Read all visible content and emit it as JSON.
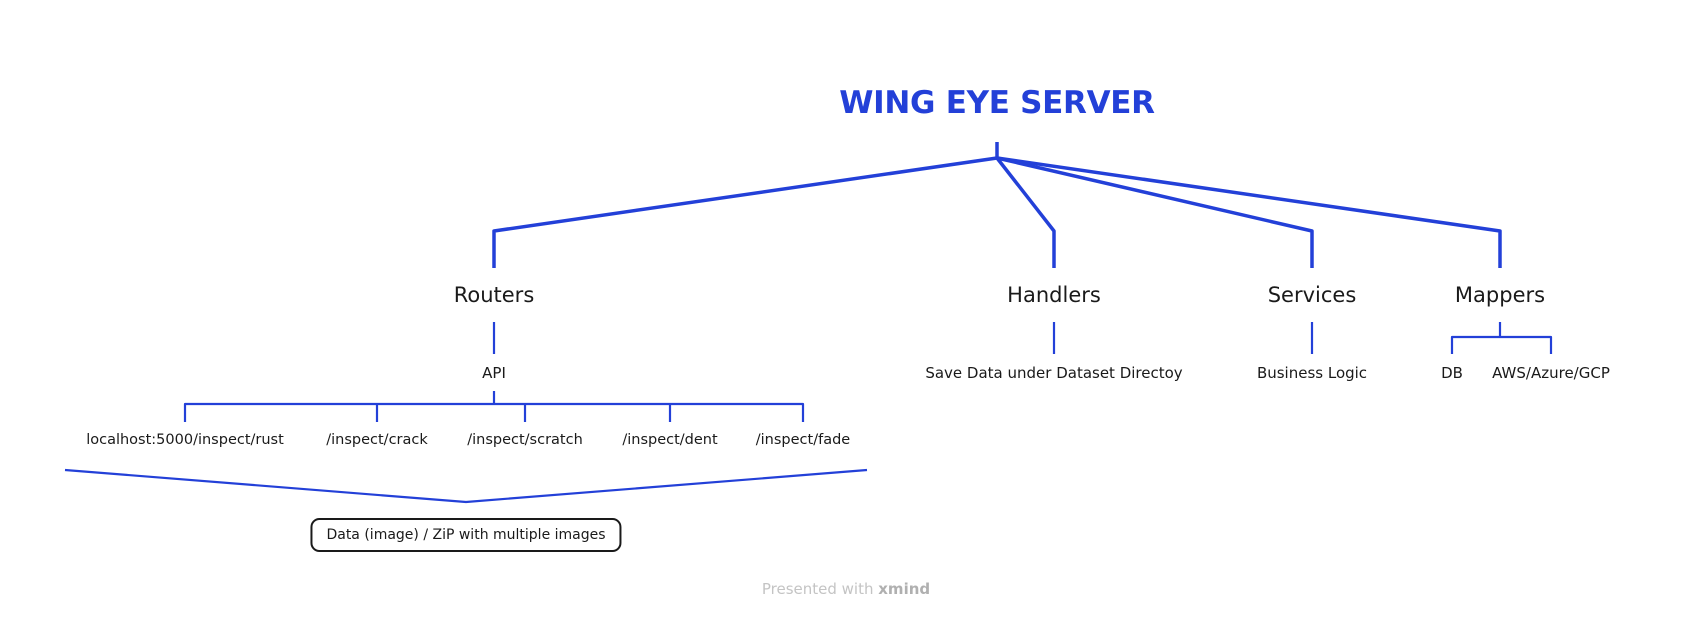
{
  "root": {
    "title": "WING EYE SERVER"
  },
  "branches": {
    "routers": {
      "label": "Routers",
      "api": {
        "label": "API",
        "endpoints": [
          "localhost:5000/inspect/rust",
          "/inspect/crack",
          "/inspect/scratch",
          "/inspect/dent",
          "/inspect/fade"
        ]
      },
      "summary_box": "Data (image) / ZiP with multiple images"
    },
    "handlers": {
      "label": "Handlers",
      "child": "Save Data under Dataset Directoy"
    },
    "services": {
      "label": "Services",
      "child": "Business Logic"
    },
    "mappers": {
      "label": "Mappers",
      "children": [
        "DB",
        "AWS/Azure/GCP"
      ]
    }
  },
  "footer": {
    "prefix": "Presented with ",
    "brand": "xmind"
  },
  "colors": {
    "accent": "#2340d8",
    "text": "#1a1a1a",
    "footer": "#c4c4c4"
  }
}
